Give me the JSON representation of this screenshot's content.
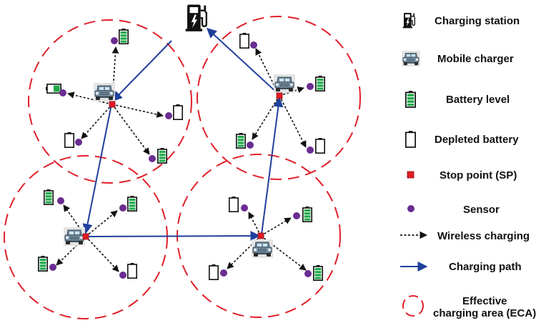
{
  "legend": {
    "charging_station": "Charging station",
    "mobile_charger": "Mobile charger",
    "battery_level": "Battery level",
    "depleted_battery": "Depleted battery",
    "stop_point": "Stop point (SP)",
    "sensor": "Sensor",
    "wireless_charging": "Wireless charging",
    "charging_path": "Charging path",
    "eca_line1": "Effective",
    "eca_line2": "charging area (ECA)"
  },
  "colors": {
    "eca_circle": "#e0202a",
    "stop_point": "#e31b23",
    "sensor": "#6a2c91",
    "charging_path": "#1f3f9c",
    "battery_fill": "#1fa84a",
    "wireless": "#111111"
  },
  "icons": {
    "charging_station": "fuel-pump-icon",
    "mobile_charger": "jeep-icon",
    "battery_level": "battery-full-icon",
    "depleted_battery": "battery-empty-icon"
  }
}
